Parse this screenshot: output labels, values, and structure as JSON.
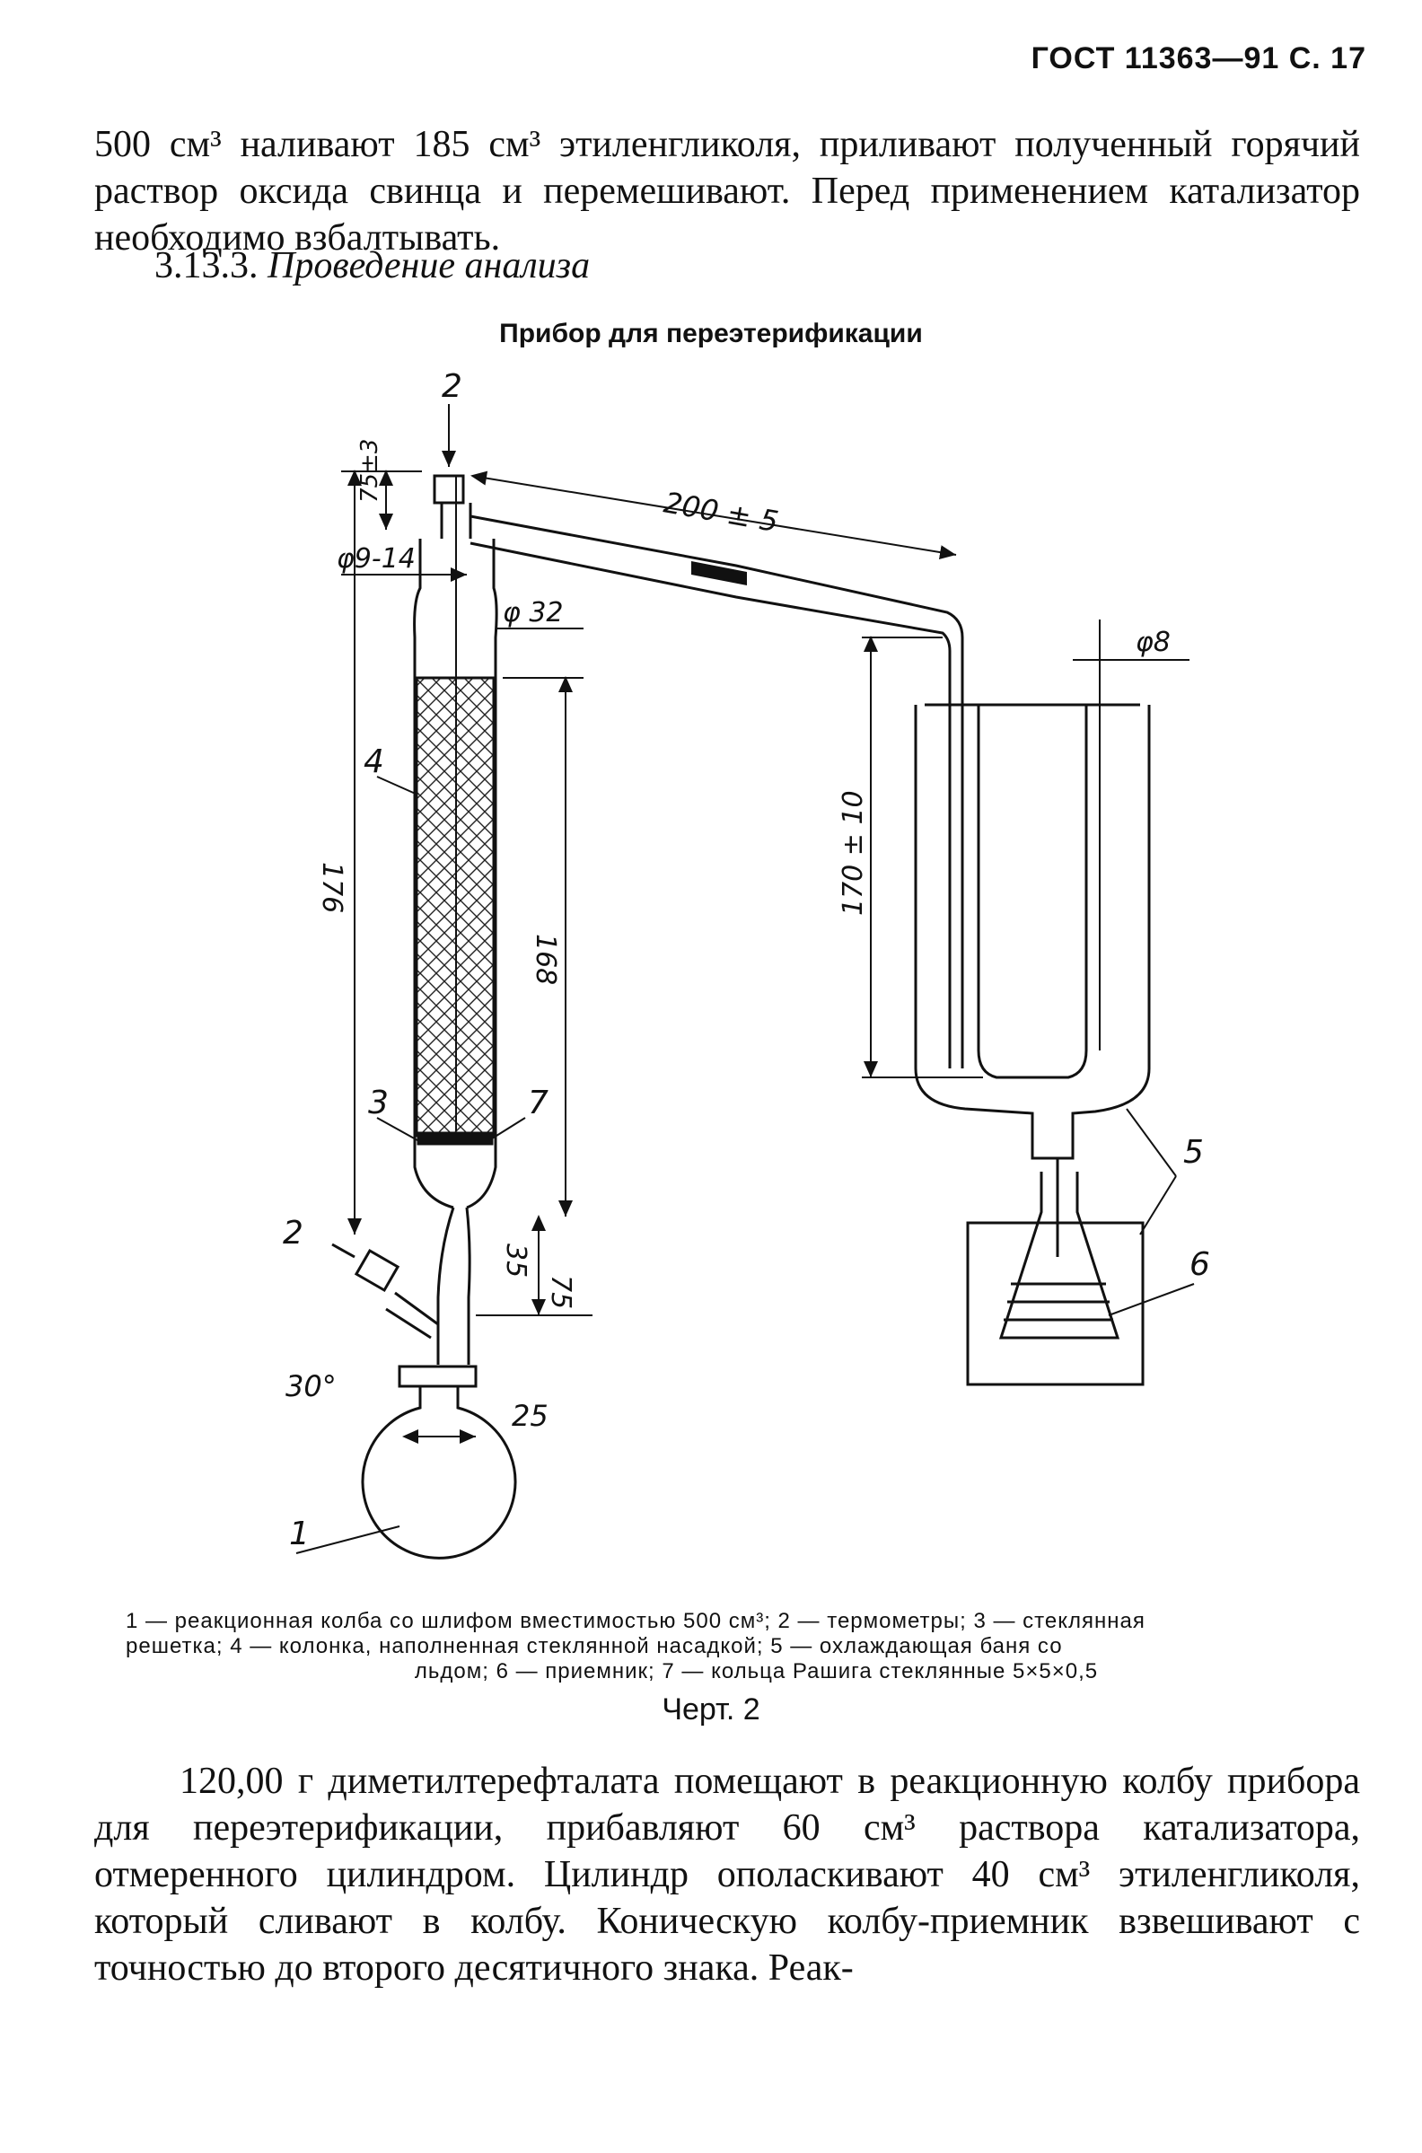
{
  "header": {
    "text": "ГОСТ 11363—91 С. 17"
  },
  "intro_paragraph": "500 см³ наливают 185 см³ этиленгликоля, приливают полученный горячий раствор оксида свинца и перемешивают. Перед применением катализатор необходимо взбалтывать.",
  "section": {
    "number": "3.13.3.",
    "title": "Проведение анализа"
  },
  "figure": {
    "title": "Прибор для переэтерификации",
    "labels": {
      "l1": "1",
      "l2_top": "2",
      "l2_side": "2",
      "l3": "3",
      "l4": "4",
      "l5": "5",
      "l6": "6",
      "l7": "7"
    },
    "dimensions": {
      "d_top": "75±3",
      "d_neck": "φ9-14",
      "d_col": "φ 32",
      "d_tube": "200 ± 5",
      "d_total": "176",
      "d_pack": "168",
      "d_bath": "170 ± 10",
      "d_phi8": "φ8",
      "d_35": "35",
      "d_75": "75",
      "d_angle": "30°",
      "d_25": "25"
    },
    "caption_lines": [
      "1 — реакционная колба со шлифом вместимостью 500 см³; 2 — термометры; 3 — стеклянная",
      "решетка; 4 — колонка, наполненная стеклянной насадкой; 5 — охлаждающая баня со",
      "льдом; 6 — приемник; 7 — кольца Рашига стеклянные 5×5×0,5"
    ],
    "number_label": "Черт. 2"
  },
  "main_paragraph": "120,00 г диметилтерефталата помещают в реакционную колбу прибора для переэтерификации, прибавляют 60 см³ раствора катализатора, отмеренного цилиндром. Цилиндр ополаскивают 40 см³ этиленгликоля, который сливают в колбу. Коническую колбу-приемник взвешивают с точностью до второго десятичного знака. Реак-"
}
